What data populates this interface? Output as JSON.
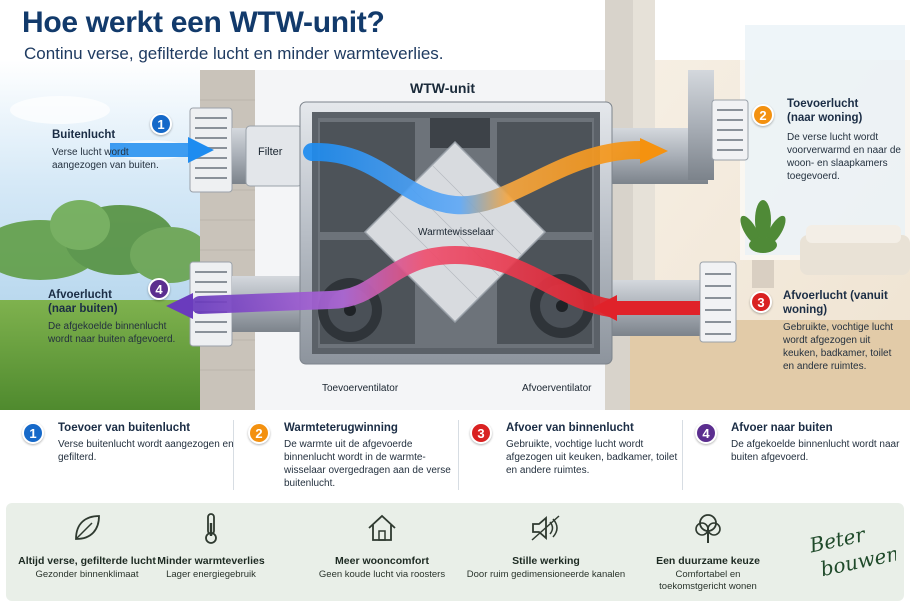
{
  "title": "Hoe werkt een WTW-unit?",
  "subtitle": "Continu verse, gefilterde lucht en minder warmteverlies.",
  "unit": {
    "title": "WTW-unit",
    "filter": "Filter",
    "exchanger": "Warmtewisselaar",
    "supply_fan": "Toevoerventilator",
    "exhaust_fan": "Afvoerventilator"
  },
  "flows": {
    "outside_air": {
      "badge": "1",
      "title": "Buitenlucht",
      "text": "Verse lucht wordt aangezogen van buiten."
    },
    "supply_air": {
      "badge": "2",
      "title": "Toevoerlucht (naar woning)",
      "text": "De verse lucht wordt voorverwarmd en naar de woon- en slaapkamers toegevoerd."
    },
    "extract_air": {
      "badge": "3",
      "title": "Afvoerlucht (vanuit woning)",
      "text": "Gebruikte, vochtige lucht wordt afgezogen uit keuken, badkamer, toilet en andere ruimtes."
    },
    "exhaust_air": {
      "badge": "4",
      "title": "Afvoerlucht (naar buiten)",
      "text": "De afgekoelde binnenlucht wordt naar buiten afgevoerd."
    }
  },
  "steps": [
    {
      "badge": "1",
      "title": "Toevoer van buitenlucht",
      "text": "Verse buitenlucht wordt aangezogen en gefilterd."
    },
    {
      "badge": "2",
      "title": "Warmteterugwinning",
      "text": "De warmte uit de afgevoerde binnenlucht wordt in de warmte-wisselaar overgedragen aan de verse buitenlucht."
    },
    {
      "badge": "3",
      "title": "Afvoer van binnenlucht",
      "text": "Gebruikte, vochtige lucht wordt afgezogen uit keuken, badkamer, toilet en andere ruimtes."
    },
    {
      "badge": "4",
      "title": "Afvoer naar buiten",
      "text": "De afgekoelde binnenlucht wordt naar buiten afgevoerd."
    }
  ],
  "benefits": [
    {
      "icon": "leaf-icon",
      "title": "Altijd verse, gefilterde lucht",
      "text": "Gezonder binnenklimaat"
    },
    {
      "icon": "thermometer-icon",
      "title": "Minder warmteverlies",
      "text": "Lager energiegebruik"
    },
    {
      "icon": "house-icon",
      "title": "Meer wooncomfort",
      "text": "Geen koude lucht via roosters"
    },
    {
      "icon": "speaker-muted-icon",
      "title": "Stille werking",
      "text": "Door ruim gedimensioneerde kanalen"
    },
    {
      "icon": "tree-icon",
      "title": "Een duurzame keuze",
      "text": "Comfortabel en toekomstgericht wonen"
    }
  ],
  "logo": {
    "line1": "Beter",
    "line2": "bouwen"
  },
  "colors": {
    "blue": "#1669c9",
    "orange": "#f39110",
    "red": "#d92121",
    "purple": "#5b2e8f",
    "title": "#123a6b"
  }
}
